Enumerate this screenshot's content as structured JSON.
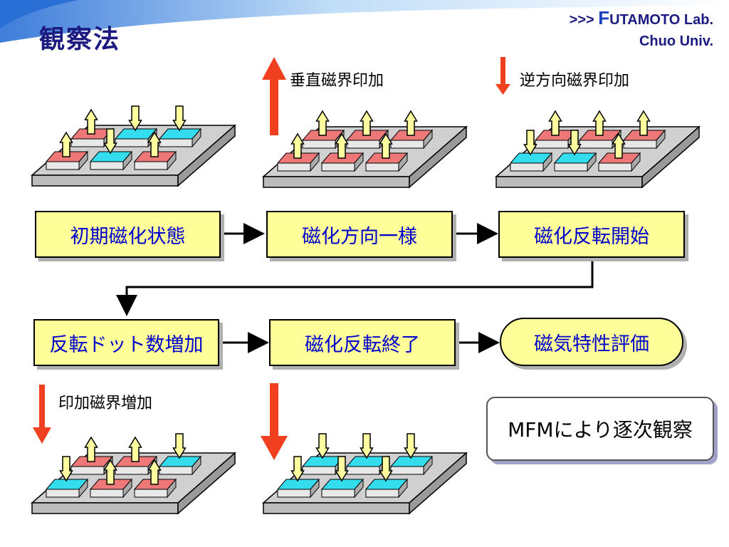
{
  "title": "観察法",
  "lab": {
    "prefix": ">>>",
    "name_initial": "F",
    "name_rest": "UTAMOTO Lab.",
    "univ": "Chuo Univ."
  },
  "labels": {
    "perpendicular_field": "垂直磁界印加",
    "reverse_field": "逆方向磁界印加",
    "increase_field": "印加磁界増加"
  },
  "steps": {
    "initial": "初期磁化状態",
    "uniform": "磁化方向一様",
    "reversal_start": "磁化反転開始",
    "dot_increase": "反転ドット数増加",
    "reversal_end": "磁化反転終了",
    "evaluation": "磁気特性評価"
  },
  "note": "MFMにより逐次観察",
  "colors": {
    "title": "#1a1a80",
    "box_fill": "#ffff99",
    "box_text": "#0000cc",
    "big_arrow": "#f04020",
    "arrow_fill": "#ffffa0",
    "dot_cyan": "#33ddee",
    "dot_red": "#ee7777",
    "plate": "#d0d0d0"
  }
}
